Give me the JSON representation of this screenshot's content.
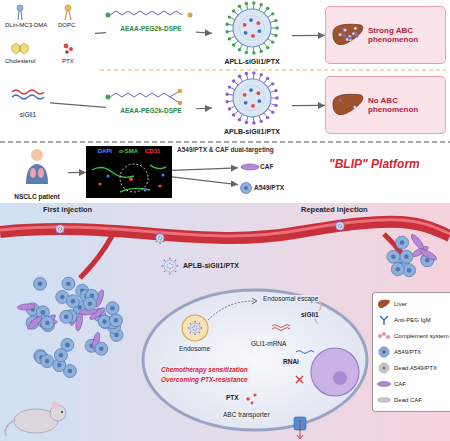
{
  "diagram": {
    "nodes": [
      {
        "text": [
          "DLin-MC3-DMA",
          "DOPC",
          "Cholesterol",
          "PTX"
        ]
      },
      {
        "text": [
          "siGli1"
        ]
      },
      {
        "text": [
          "AEAA-PEG2k-DSPE"
        ]
      },
      {
        "text": [
          "AEAA-PEG2k-DSPE"
        ]
      },
      {
        "text": [
          "APLL-siGli1/PTX"
        ]
      },
      {
        "text": [
          "APLB-siGli1/PTX"
        ]
      },
      {
        "text": [
          "Strong ABC phenomenon"
        ]
      },
      {
        "text": [
          "No ABC phenomenon"
        ]
      },
      {
        "text": [
          "NSCLC patient"
        ]
      },
      {
        "text": [
          "DAPI",
          "α-SMA",
          "CD31"
        ]
      },
      {
        "text": [
          "CAF"
        ]
      },
      {
        "text": [
          "A549/PTX"
        ]
      }
    ],
    "edges": [
      {
        "from": 0,
        "to": 2,
        "arrow": "none"
      },
      {
        "from": 1,
        "to": 3,
        "arrow": "none"
      },
      {
        "from": 2,
        "to": 4,
        "arrow": "to"
      },
      {
        "from": 3,
        "to": 5,
        "arrow": "to"
      },
      {
        "from": 4,
        "to": 6,
        "arrow": "to"
      },
      {
        "from": 5,
        "to": 7,
        "arrow": "to"
      },
      {
        "from": 8,
        "to": 9,
        "arrow": "to"
      },
      {
        "from": 9,
        "to": 10,
        "arrow": "to",
        "label": "A549/PTX & CAF dual-targeting"
      },
      {
        "from": 9,
        "to": 11,
        "arrow": "to"
      }
    ],
    "labels": [
      "\"BLIP\" Platform",
      "First injection",
      "Repeated injection",
      "APLB-siGli1/PTX",
      "Endosomal escape",
      "siGli1",
      "Endosome",
      "GLI1-mRNA",
      "Chemotherapy sensitization",
      "Overcoming PTX-resistance",
      "PTX",
      "RNAi",
      "ABC transporter"
    ],
    "legend": [
      {
        "text": "Liver"
      },
      {
        "text": "Anti-PEG IgM"
      },
      {
        "text": "Complement system"
      },
      {
        "text": "A549/PTX"
      },
      {
        "text": "Dead A549/PTX"
      },
      {
        "text": "CAF"
      },
      {
        "text": "Dead CAF"
      }
    ]
  }
}
